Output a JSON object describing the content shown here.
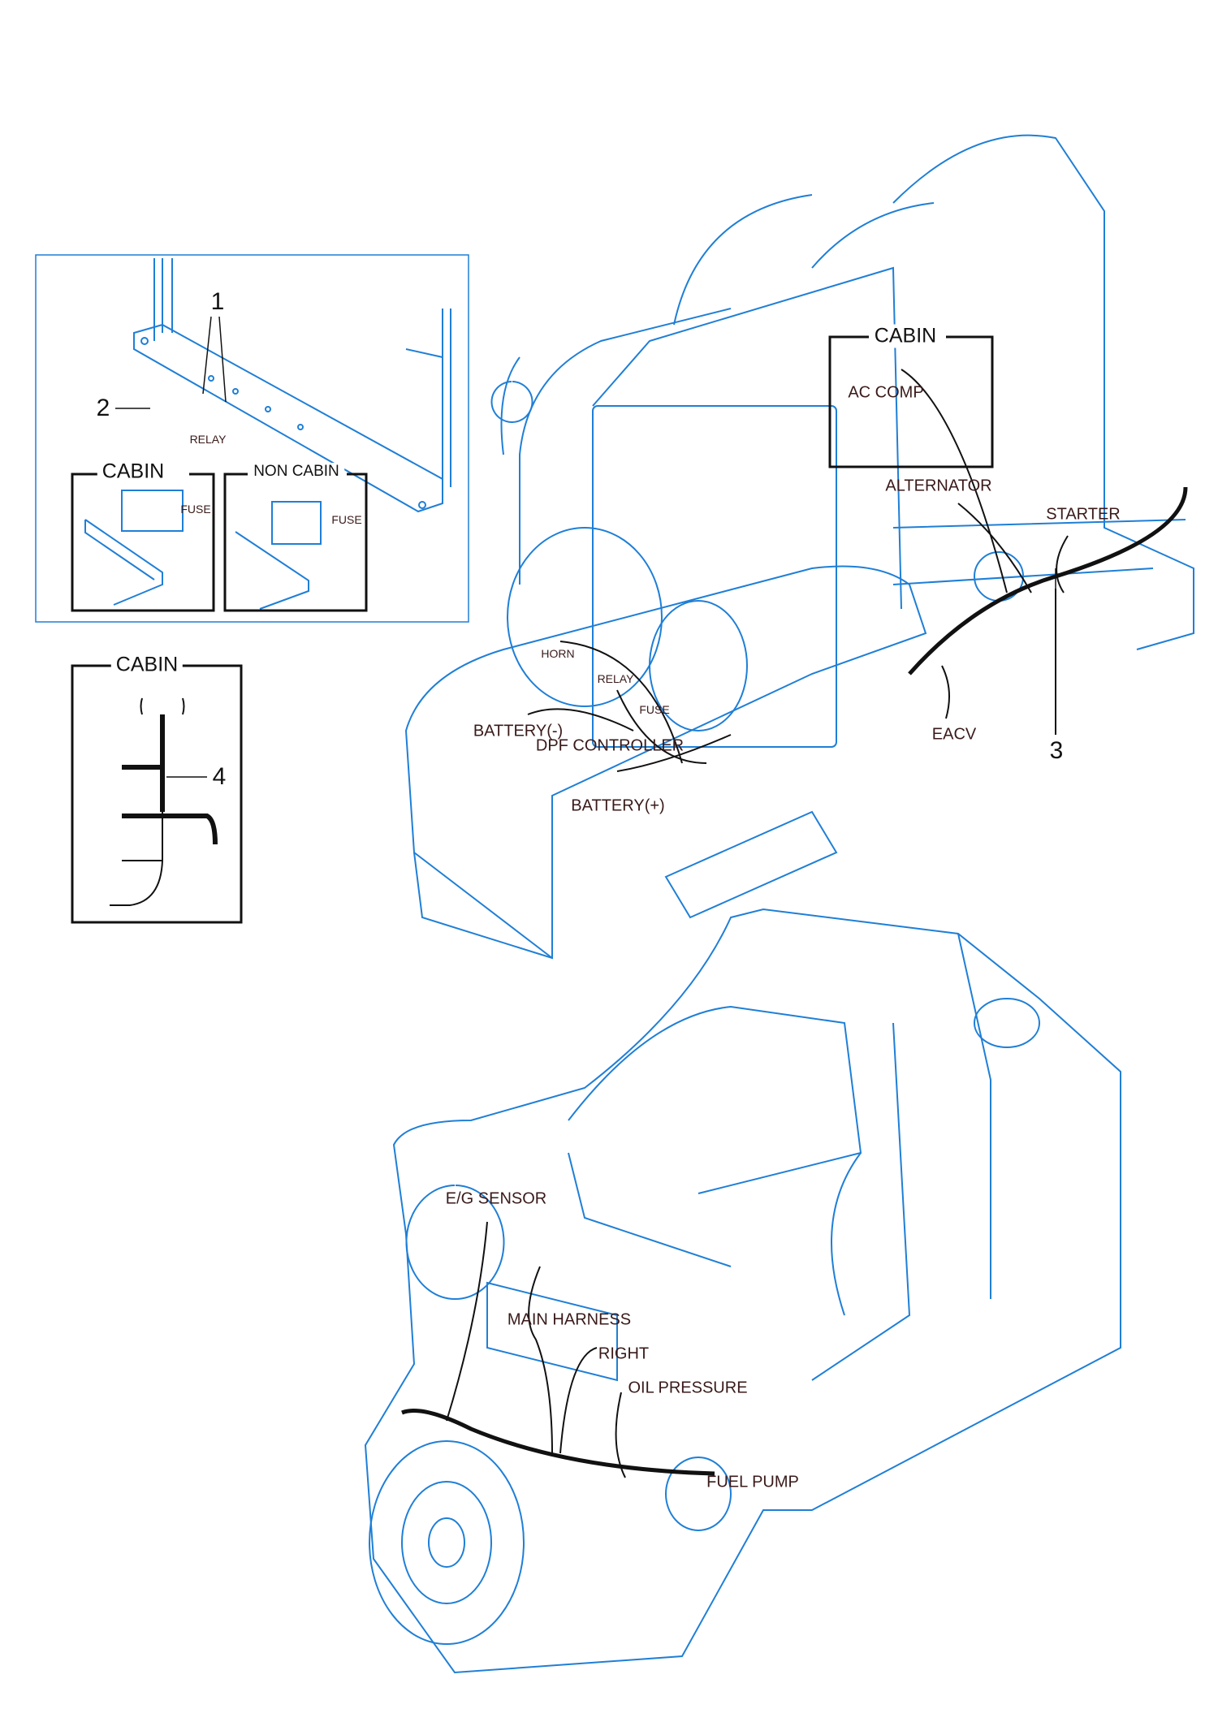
{
  "colors": {
    "line": "#1f7fd6",
    "wire": "#111111",
    "label": "#3a1a1a"
  },
  "inset": {
    "callout_1": "1",
    "callout_2": "2",
    "relay_label": "RELAY",
    "cabin_title": "CABIN",
    "non_cabin_title": "NON CABIN",
    "fuse_label_cabin": "FUSE",
    "fuse_label_non_cabin": "FUSE"
  },
  "harness_box": {
    "title": "CABIN",
    "callout_4": "4"
  },
  "upper_view": {
    "cabin_title": "CABIN",
    "labels": [
      "AC COMP",
      "ALTERNATOR",
      "STARTER",
      "HORN",
      "RELAY",
      "FUSE",
      "BATTERY(-)",
      "DPF CONTROLLER",
      "EACV",
      "BATTERY(+)"
    ],
    "callout_3": "3"
  },
  "lower_view": {
    "labels": [
      "E/G SENSOR",
      "MAIN HARNESS",
      "RIGHT",
      "OIL PRESSURE",
      "FUEL PUMP"
    ]
  }
}
